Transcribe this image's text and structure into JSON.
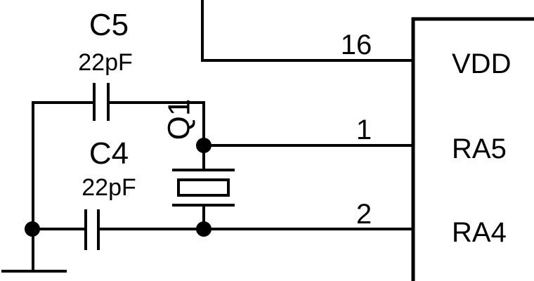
{
  "capacitors": {
    "c5": {
      "ref": "C5",
      "value": "22pF"
    },
    "c4": {
      "ref": "C4",
      "value": "22pF"
    }
  },
  "crystal": {
    "ref": "Q1"
  },
  "chip": {
    "pins": [
      {
        "name": "VDD",
        "number": "16"
      },
      {
        "name": "RA5",
        "number": "1"
      },
      {
        "name": "RA4",
        "number": "2"
      }
    ]
  }
}
